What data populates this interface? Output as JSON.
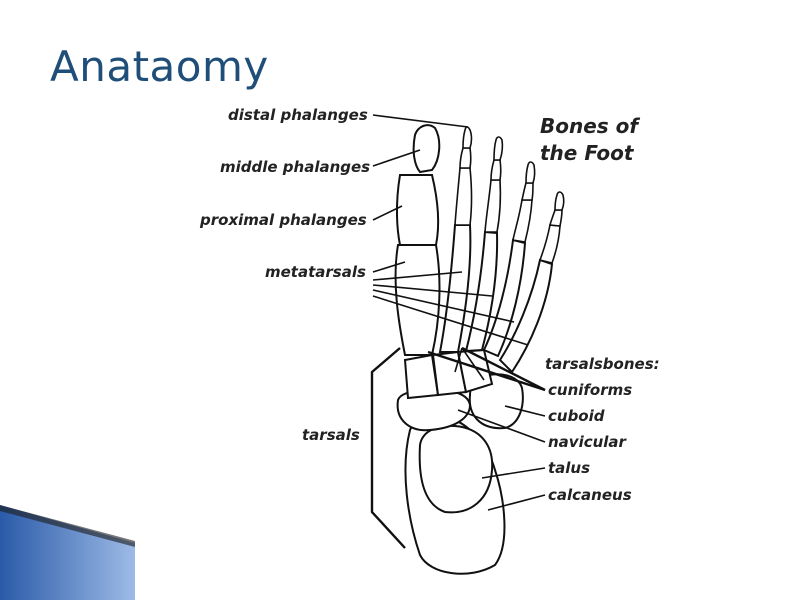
{
  "slide": {
    "title": "Anataomy",
    "accent_color": "#1f4e79"
  },
  "diagram": {
    "heading_line1": "Bones of",
    "heading_line2": "the Foot",
    "labels_left": {
      "distal": "distal phalanges",
      "middle": "middle phalanges",
      "proximal": "proximal phalanges",
      "metatarsals": "metatarsals",
      "tarsals": "tarsals"
    },
    "labels_right": {
      "tarsal_bones": "tarsalsbones:",
      "cuniforms": "cuniforms",
      "cuboid": "cuboid",
      "navicular": "navicular",
      "talus": "talus",
      "calcaneus": "calcaneus"
    }
  }
}
